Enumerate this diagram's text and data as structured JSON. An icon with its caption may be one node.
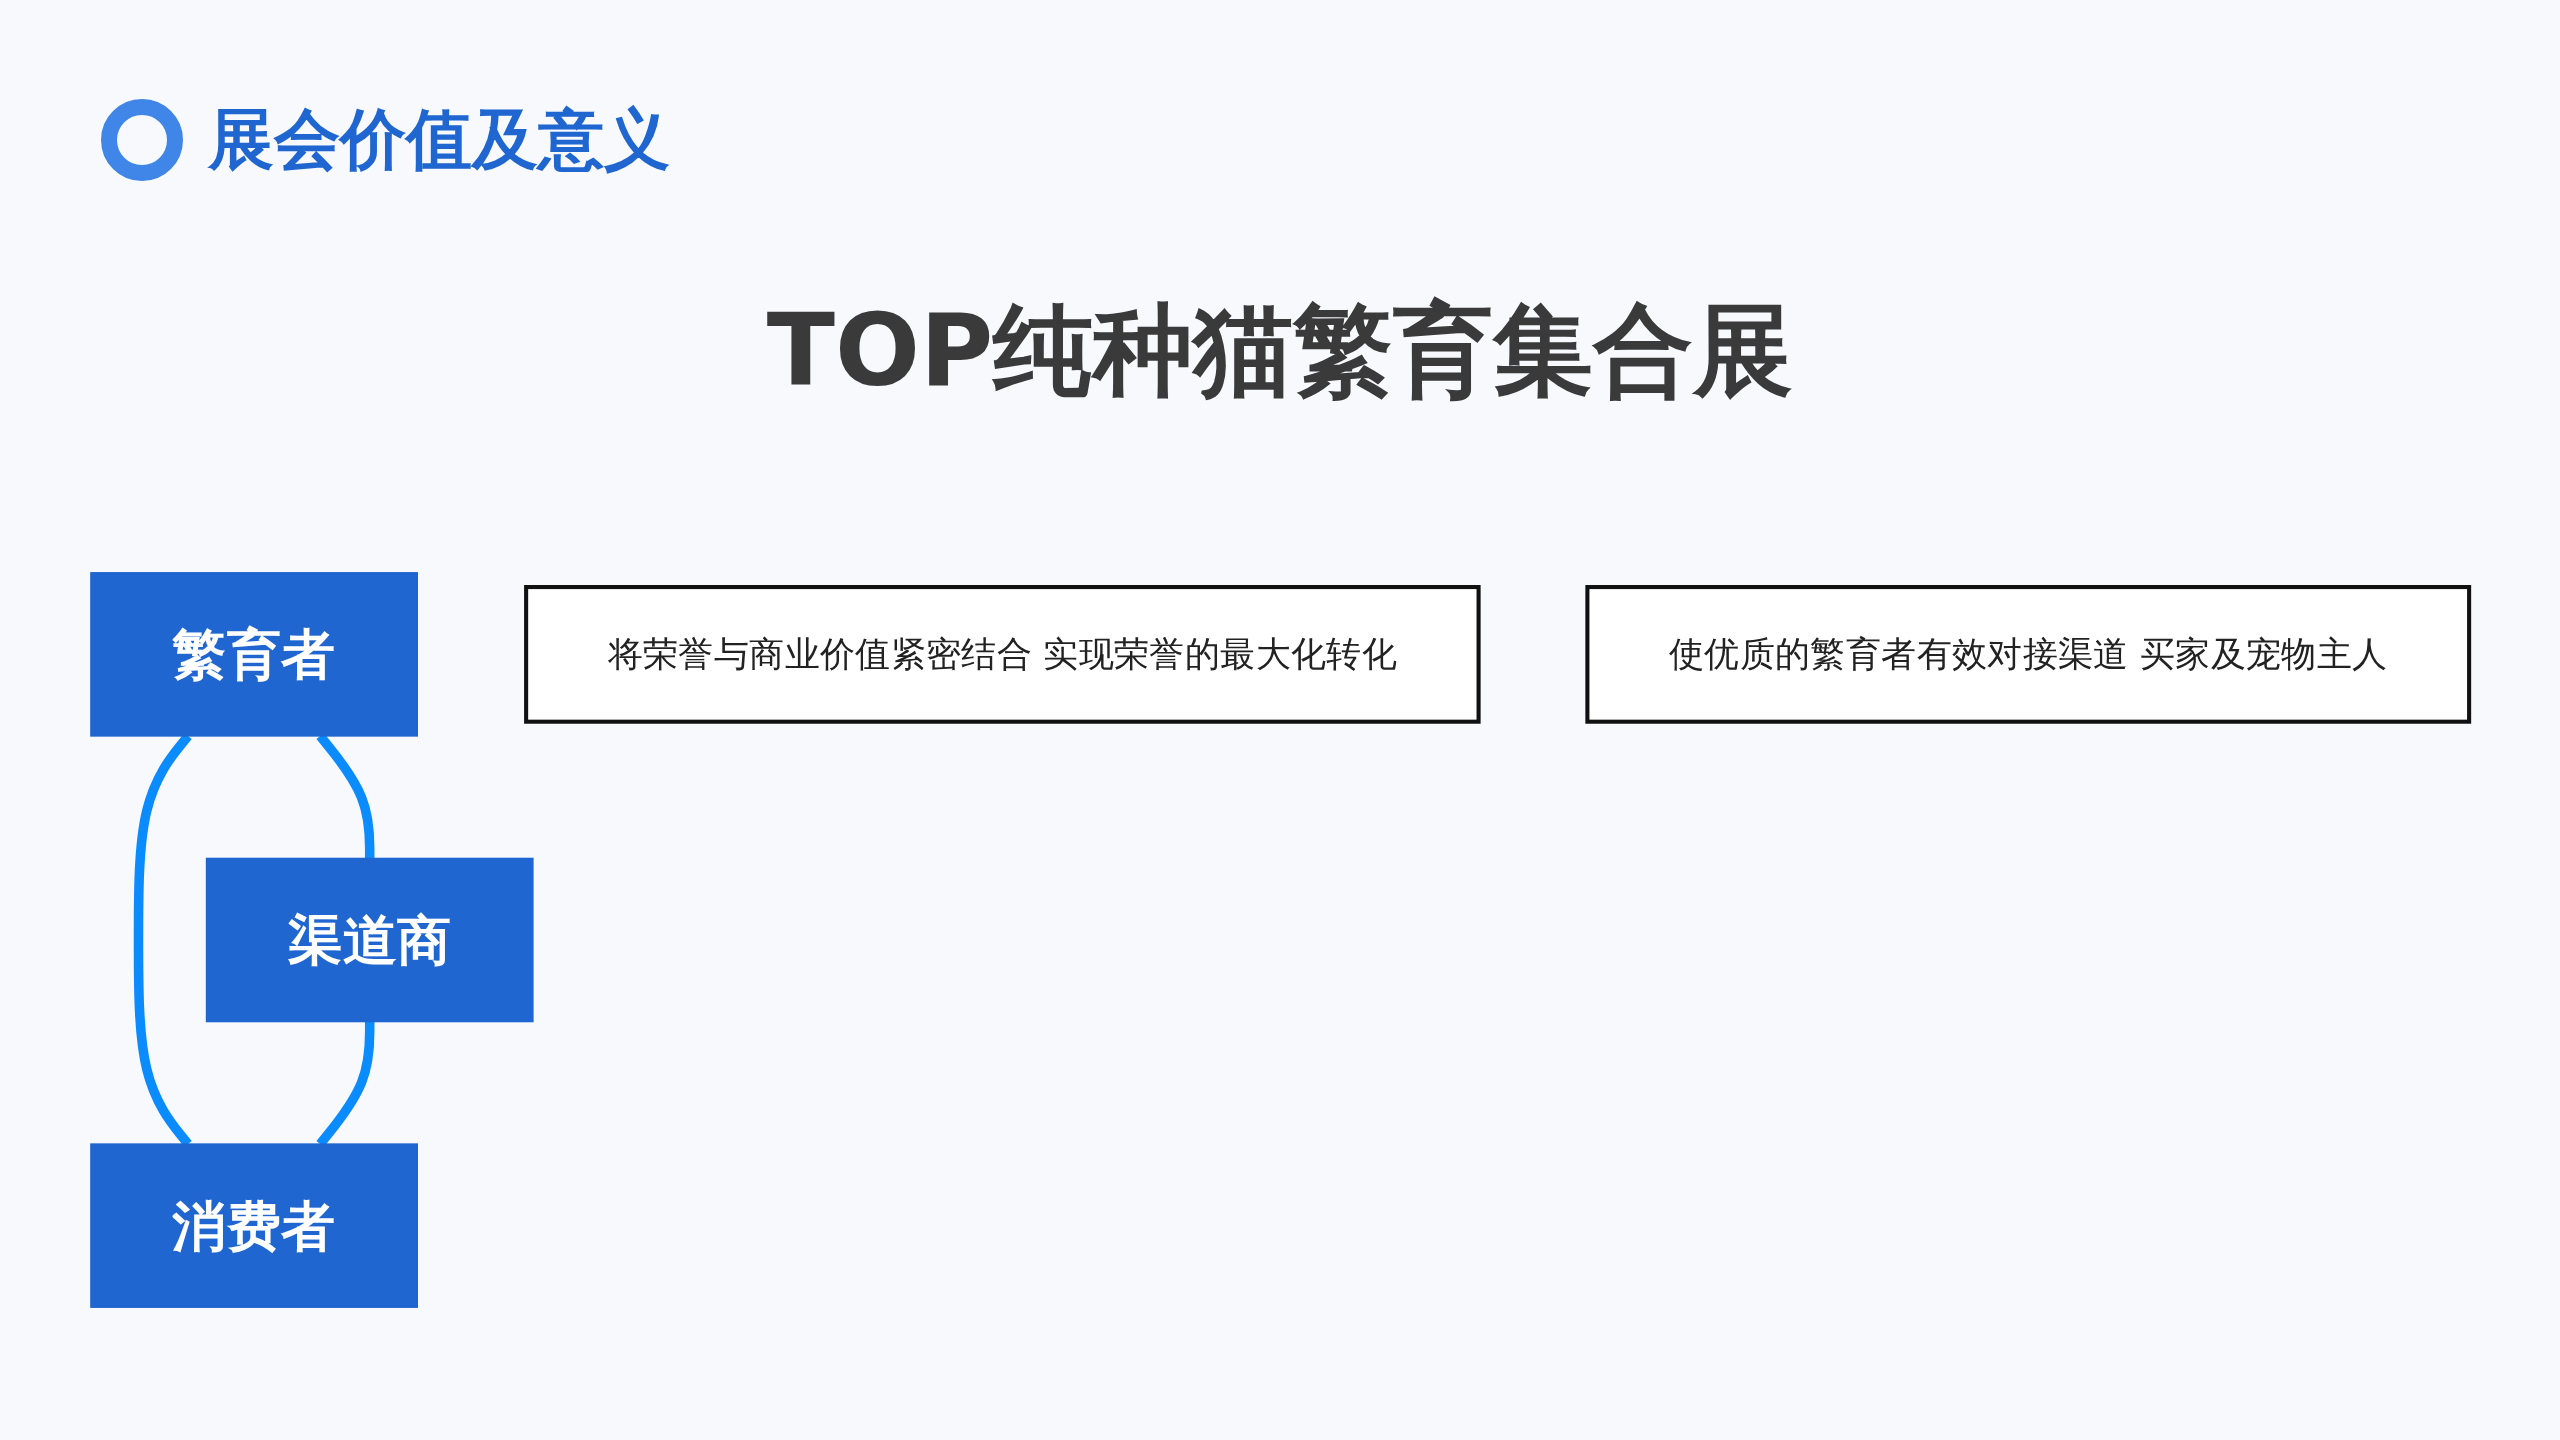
{
  "diagram": {
    "title": "展会价值及意义",
    "nodes": [
      {
        "text": [
          "繁育者"
        ]
      },
      {
        "text": [
          "渠道商"
        ]
      },
      {
        "text": [
          "消费者"
        ]
      },
      {
        "text": [
          "将荣誉与商业价值紧密结合 实现荣誉的最大化转化"
        ]
      },
      {
        "text": [
          "使优质的繁育者有效对接渠道 买家及宠物主人"
        ]
      }
    ],
    "edges": [
      {
        "from": 0,
        "to": 1,
        "arrow": "none"
      },
      {
        "from": 0,
        "to": 2,
        "arrow": "none"
      },
      {
        "from": 1,
        "to": 2,
        "arrow": "none"
      }
    ],
    "labels": [
      "TOP纯种猫繁育集合展"
    ]
  }
}
